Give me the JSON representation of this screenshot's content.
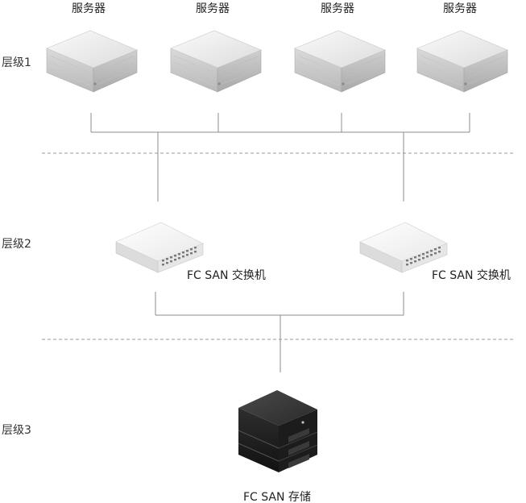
{
  "levels": [
    "层级1",
    "层级2",
    "层级3"
  ],
  "servers": [
    {
      "label": "服务器"
    },
    {
      "label": "服务器"
    },
    {
      "label": "服务器"
    },
    {
      "label": "服务器"
    }
  ],
  "switches": [
    {
      "label": "FC  SAN  交换机"
    },
    {
      "label": "FC  SAN  交换机"
    }
  ],
  "storage": {
    "label": "FC  SAN  存储"
  }
}
